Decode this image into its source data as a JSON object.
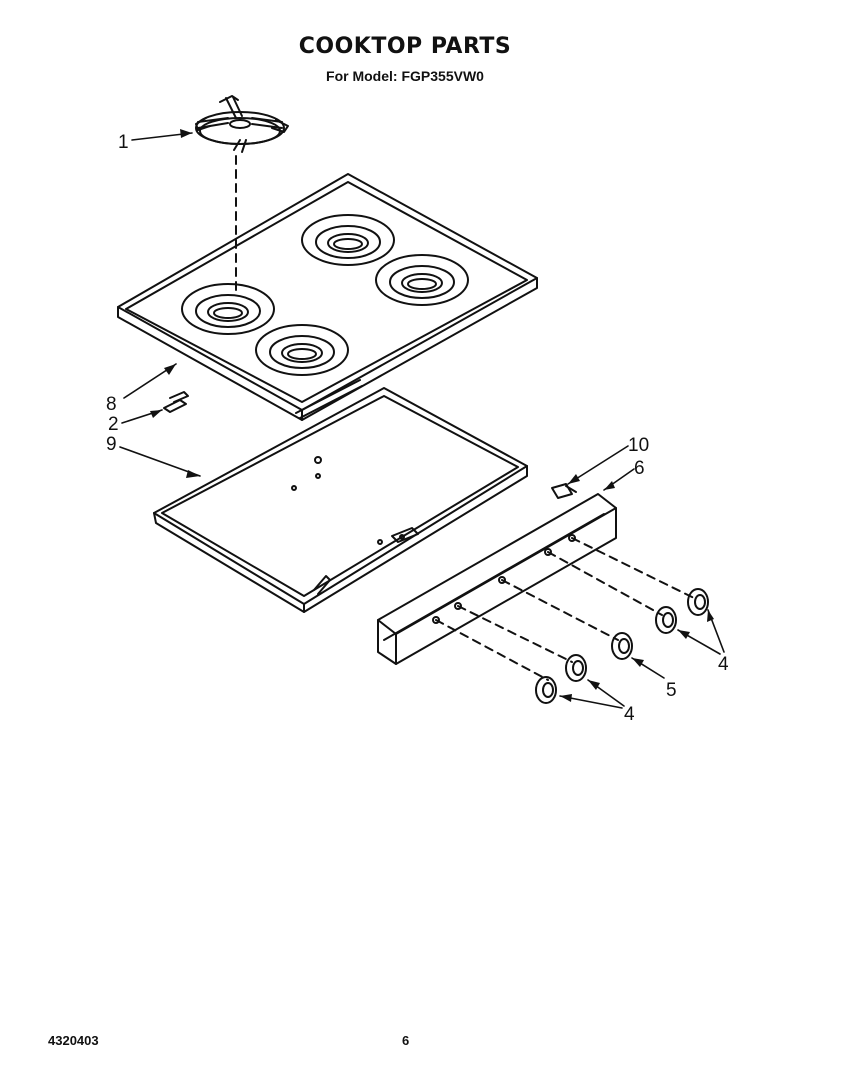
{
  "header": {
    "title": "COOKTOP PARTS",
    "subtitle": "For Model: FGP355VW0"
  },
  "callouts": {
    "c1": "1",
    "c8": "8",
    "c2": "2",
    "c9": "9",
    "c10": "10",
    "c6": "6",
    "c4a": "4",
    "c5": "5",
    "c4b": "4"
  },
  "footer": {
    "doc_number": "4320403",
    "page_number": "6"
  }
}
